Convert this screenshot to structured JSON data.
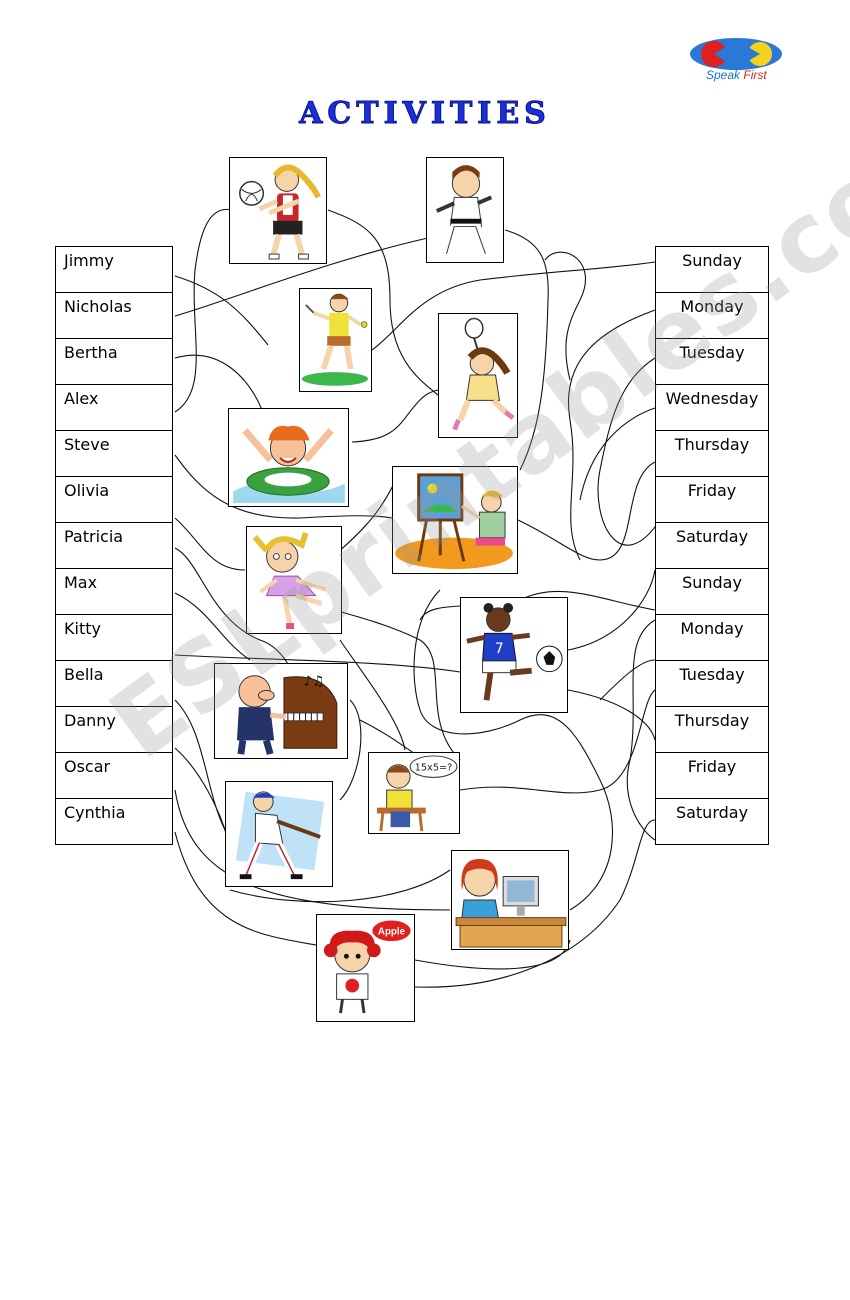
{
  "logo": {
    "brand_part1": "Speak ",
    "brand_part2": "First"
  },
  "title": "ACTIVITIES",
  "watermark": "ESLprintables.com",
  "names": [
    "Jimmy",
    "Nicholas",
    "Bertha",
    "Alex",
    "Steve",
    "Olivia",
    "Patricia",
    "Max",
    "Kitty",
    "Bella",
    "Danny",
    "Oscar",
    "Cynthia"
  ],
  "days": [
    "Sunday",
    "Monday",
    "Tuesday",
    "Wednesday",
    "Thursday",
    "Friday",
    "Saturday",
    "Sunday",
    "Monday",
    "Tuesday",
    "Thursday",
    "Friday",
    "Saturday"
  ],
  "pictures": {
    "volleyball": "volleyball-icon",
    "karate": "karate-icon",
    "tennis": "tennis-icon",
    "badminton": "badminton-icon",
    "swimming": "swimming-icon",
    "painting": "painting-icon",
    "ballet": "ballet-icon",
    "soccer": "soccer-icon",
    "piano": "piano-icon",
    "math": "math-icon",
    "baseball": "baseball-icon",
    "computer": "computer-icon",
    "english": "english-icon"
  },
  "math_bubble": "15x5=?",
  "english_bubble": "Apple",
  "soccer_number": "7",
  "colors": {
    "title": "#1a2fd6",
    "logo_blue": "#1a70d8",
    "logo_red": "#e0201c"
  }
}
